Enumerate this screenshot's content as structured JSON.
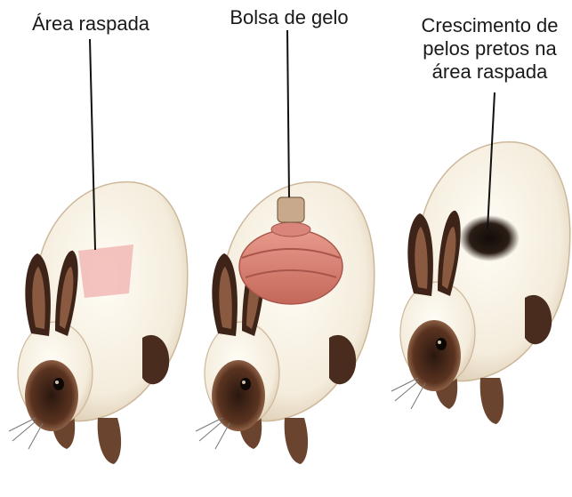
{
  "labels": {
    "shaved_area": "Área raspada",
    "ice_pack": "Bolsa de gelo",
    "black_hair_growth": "Crescimento de pelos pretos na área raspada"
  },
  "colors": {
    "fur": "#f7f1e4",
    "fur_shadow": "#e2d4bd",
    "point_dark": "#3e2418",
    "point_brown": "#7a4a2e",
    "ear_inner": "#b9826a",
    "shaved_skin": "#f2b8b5",
    "ice_pack": "#d9857a",
    "ice_pack_cap": "#c9a98c",
    "black_patch": "#1c1410"
  },
  "figures": [
    {
      "name": "rabbit-shaved-area",
      "feature": "pink-shaved-patch"
    },
    {
      "name": "rabbit-with-ice-pack",
      "feature": "ice-pack"
    },
    {
      "name": "rabbit-black-regrowth",
      "feature": "black-hair-patch"
    }
  ]
}
